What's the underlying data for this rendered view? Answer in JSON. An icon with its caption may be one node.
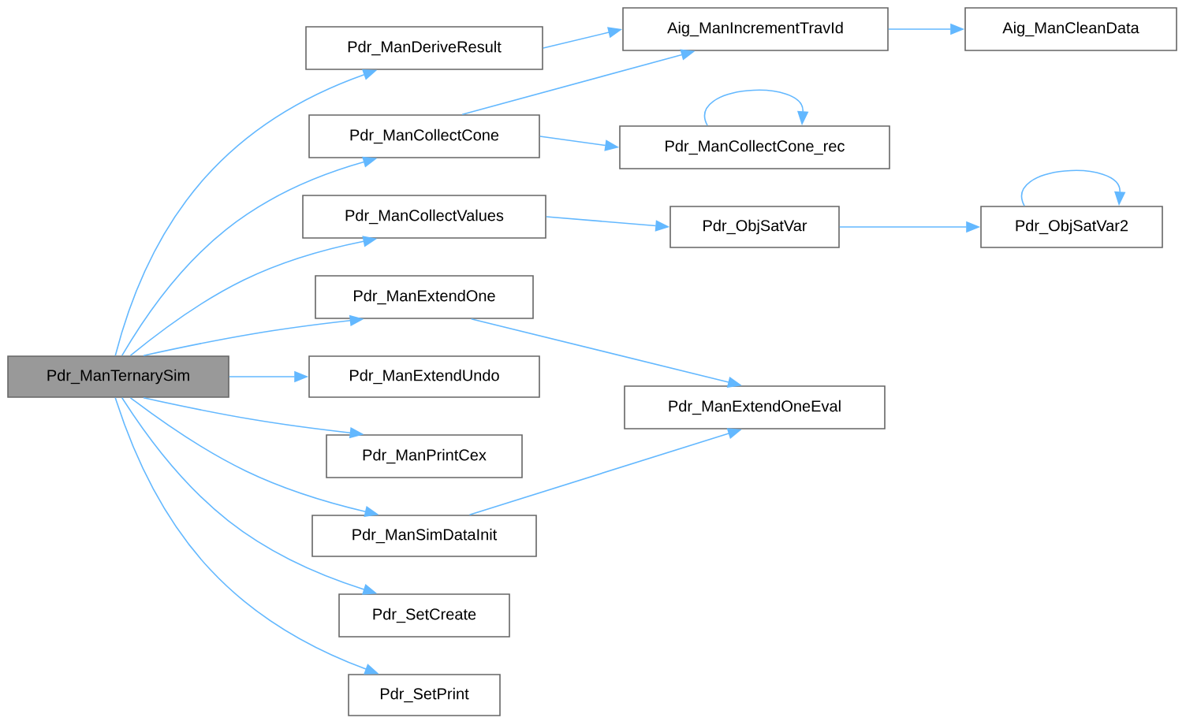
{
  "diagram": {
    "nodes": [
      {
        "text": [
          "Pdr_ManTernarySim"
        ]
      },
      {
        "text": [
          "Pdr_ManDeriveResult"
        ]
      },
      {
        "text": [
          "Pdr_ManCollectCone"
        ]
      },
      {
        "text": [
          "Pdr_ManCollectValues"
        ]
      },
      {
        "text": [
          "Pdr_ManExtendOne"
        ]
      },
      {
        "text": [
          "Pdr_ManExtendUndo"
        ]
      },
      {
        "text": [
          "Pdr_ManPrintCex"
        ]
      },
      {
        "text": [
          "Pdr_ManSimDataInit"
        ]
      },
      {
        "text": [
          "Pdr_SetCreate"
        ]
      },
      {
        "text": [
          "Pdr_SetPrint"
        ]
      },
      {
        "text": [
          "Aig_ManIncrementTravId"
        ]
      },
      {
        "text": [
          "Aig_ManCleanData"
        ]
      },
      {
        "text": [
          "Pdr_ManCollectCone_rec"
        ]
      },
      {
        "text": [
          "Pdr_ObjSatVar"
        ]
      },
      {
        "text": [
          "Pdr_ObjSatVar2"
        ]
      },
      {
        "text": [
          "Pdr_ManExtendOneEval"
        ]
      }
    ],
    "edges": [
      {
        "from": 0,
        "to": 1,
        "arrow": "to"
      },
      {
        "from": 0,
        "to": 2,
        "arrow": "to"
      },
      {
        "from": 0,
        "to": 3,
        "arrow": "to"
      },
      {
        "from": 0,
        "to": 4,
        "arrow": "to"
      },
      {
        "from": 0,
        "to": 5,
        "arrow": "to"
      },
      {
        "from": 0,
        "to": 6,
        "arrow": "to"
      },
      {
        "from": 0,
        "to": 7,
        "arrow": "to"
      },
      {
        "from": 0,
        "to": 8,
        "arrow": "to"
      },
      {
        "from": 0,
        "to": 9,
        "arrow": "to"
      },
      {
        "from": 1,
        "to": 10,
        "arrow": "to"
      },
      {
        "from": 2,
        "to": 10,
        "arrow": "to"
      },
      {
        "from": 2,
        "to": 12,
        "arrow": "to"
      },
      {
        "from": 12,
        "to": 12,
        "arrow": "to"
      },
      {
        "from": 3,
        "to": 13,
        "arrow": "to"
      },
      {
        "from": 13,
        "to": 14,
        "arrow": "to"
      },
      {
        "from": 14,
        "to": 14,
        "arrow": "to"
      },
      {
        "from": 4,
        "to": 15,
        "arrow": "to"
      },
      {
        "from": 7,
        "to": 15,
        "arrow": "to"
      },
      {
        "from": 10,
        "to": 11,
        "arrow": "to"
      }
    ]
  }
}
